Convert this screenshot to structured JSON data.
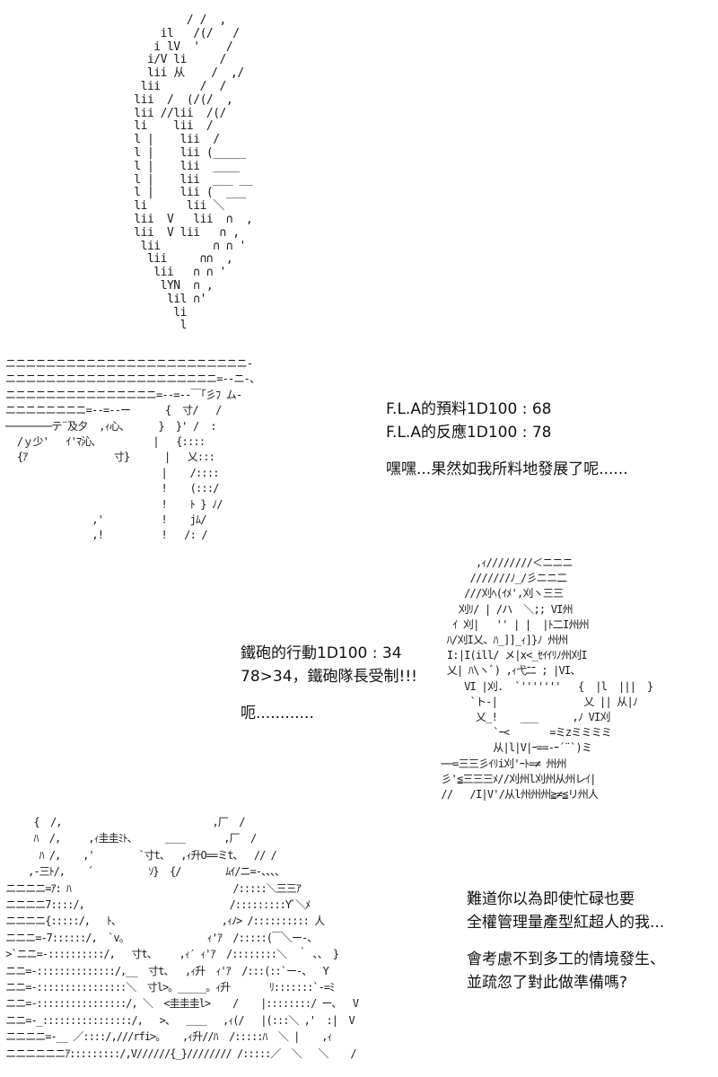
{
  "panel1": {
    "art": "            / /  ,\n        il   /(/   /\n       i lV  '    /\n      i/V li     /\n      lii 从    /  ,/\n     lii      /  /\n    lii  /  (/(/  ,\n    lii //lii  /(/\n    li    lii  /\n    l |    lii  /\n    l |    lii (_____\n    l |    lii  ____\n    l |    lii  ___ __\n    l |    lii (  ___\n    li      lii ＼\n    lii  V   lii  ∩  ,\n    lii  V lii   ∩ ,\n     lii        ∩ ∩ '\n      lii     ∩∩  ,\n       lii   ∩ ∩ '\n        lYN  ∩ ,\n         lil ∩'\n          li\n           l"
  },
  "panel2": {
    "art": "ニニニニニニニニニニニニニニニニニニニニニニニニ-\nニニニニニニニニニニニニニニニニニニニニニ=--ニ-、\nニニニニニニニニニニニニニニニ=--=--￣｢彡ﾌ ム-\nニニニニニニニニ=--=--ー      {  寸/   /\n────────テ¨及夕  ,ｨ心、     }  }' /  :\n  /ｙ少'   ｲ'ﾏ沁、         |   {::::\n  {ｱ               寸}      |   乂:::\n                           |    /::::\n                           !    (:::/\n                           !    ﾄ } ﾉ/\n               ,'          !    jﾑ/\n               ,!          !   /: /",
    "captions": [
      "F.L.A的預料1D100 : 68",
      "F.L.A的反應1D100 : 78",
      "",
      "嘿嘿...果然如我所料地發展了呢......"
    ]
  },
  "panel3": {
    "art": "       ,ｨ////////＜ニニニ\n      ///////ﾉ_/彡ニニ二\n     ///刈ﾍ(ｲﾒ',刈ヽ三三\n    刈ﾘ/ | /ハ  ＼;; VI州\n   ｲ 刈|   '' | |  |ﾄ二I州州\n  ﾊ/刈I乂、ﾊ_]]_ｨ]}ﾉ 州州\n  I:|I(ill/ メ|x<_ｾｲｲﾘﾉ州刈I\n  乂| ﾊ\\ヽﾞ) ,ｨ弋ﾆﾆ ; |VI、\n     VI |刈.  `'''''''   {  |l  |||  }\n      `ト-|               乂 || 从|ﾉ\n       乂_!    ___      ,ﾉ VI刈\n          `ｰ<       =ミzミミミミ\n          从|l|V|ｰ==-ｰ´¨`)ミ\n ──=三三彡ｲﾘi刈'ｰﾄ=≠ 州州\n 彡'≦三三三ﾒ//刈州l刈州从州レｲ|\n //   /I|V'/从l州州州≧≠≦リ州人",
    "captions": [
      "鐵砲的行動1D100 : 34",
      "78>34，鐵砲隊長受制!!!",
      "",
      "呃............"
    ]
  },
  "panel4": {
    "art": "      {  /,                           ,厂  /\n      ﾊ  /,     ,ｨ圭圭ﾐﾄ、     ＿＿       ,厂  /\n       ﾊ /,    ,'        `寸t、  ,ｨ升O==ミt、  // /\n     ,-三ﾄ/,    ´          ｿ}  {/        ﾑｲ/ニ=-、、、、\n ニニニニ=ｱ: ﾊ                             /:::::＼三三ｱ\n ニニニニ7::::/,                          /:::::::::Yﾞ＼ﾒ\n ニニニニ{:::::/,   ﾄ、                  ,ｨﾉ> /:::::::::: 人\n ニニニ=-7::::::/,  `v。              ｨ'ｱ  /:::::(￣＼ー-、\n >`ニニ=-::::::::::/,   寸t、    ,ｨ′ ｨ'ｱ  /::::::::＼  ｀ ､、 }\n ニニ=-::::::::::::::/,__  寸t、  ,ｨ升  ｨ'ｱ  /:::(::`ー-、  Y\n ニニ=-::::::::::::::::＼  寸l>。_____。ｨ升       ﾘ:::::::`-=ﾐ\n ニニ=-::::::::::::::::/, ＼  <圭圭圭l>    /    |::::::::/ ー、  V\n ニニ=-_::::::::::::::::/,   >、  ＿＿   ,ｨ(/   |(:::＼ ,'  :|  V\n ニニニニ=-__ ／::::/,///rfi>。   ,ｨ升//ﾊ  /:::::ﾊ  ＼ |    ,ｨ\n ニニニニニニｱ:::::::::/,V//////{_}//////// /:::::／  ＼   ＼    /",
    "captions": [
      "難道你以為即使忙碌也要",
      "全權管理量產型紅超人的我...",
      "",
      "會考慮不到多工的情境發生、",
      "並疏忽了對此做準備嗎?"
    ]
  }
}
